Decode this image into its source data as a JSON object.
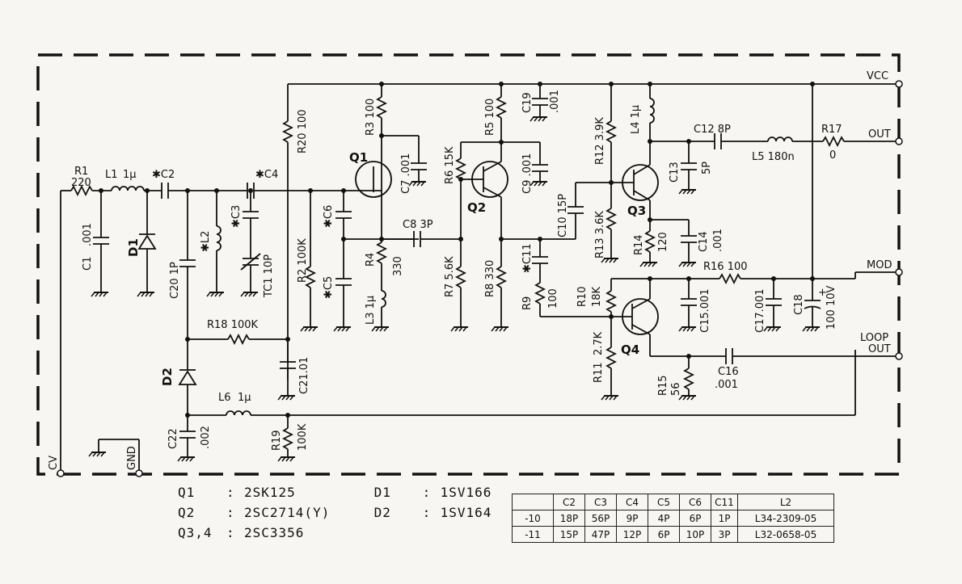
{
  "ports": {
    "vcc": "VCC",
    "out": "OUT",
    "mod": "MOD",
    "loop_out_1": "LOOP",
    "loop_out_2": "OUT",
    "cv": "CV",
    "gnd": "GND"
  },
  "components": {
    "r1": [
      "R1",
      "220"
    ],
    "l1": [
      "L1",
      "1μ"
    ],
    "c2": "✱C2",
    "c1": [
      "C1",
      ".001"
    ],
    "d1": "D1",
    "l2": "✱L2",
    "c3": "✱C3",
    "tc1": "TC1 10P",
    "c4": "✱C4",
    "c20": "C20 1P",
    "r20": "R20 100",
    "r2": "R2 100K",
    "c6": "✱C6",
    "c5": "✱C5",
    "q1": "Q1",
    "r3": "R3 100",
    "c7": "C7 .001",
    "r4": [
      "R4",
      "330"
    ],
    "l3": [
      "L3 1μ"
    ],
    "c8": "C8 3P",
    "r6": "R6 15K",
    "r7": "R7 5.6K",
    "q2": "Q2",
    "r5": "R5 100",
    "c19": [
      "C19",
      ".001"
    ],
    "c9": "C9 .001",
    "r8": "R8 330",
    "c11": "✱C11",
    "r9": [
      "R9",
      "100"
    ],
    "c10": "C10 15P",
    "r12": "R12 3.9K",
    "r13": "R13 3.6K",
    "q3": "Q3",
    "l4": "L4 1μ",
    "c12": "C12 8P",
    "l5": "L5 180n",
    "r17": [
      "R17",
      "0"
    ],
    "c13": [
      "C13",
      "5P"
    ],
    "r14": [
      "R14",
      "120"
    ],
    "c14": [
      "C14",
      ".001"
    ],
    "r16": "R16 100",
    "r10": [
      "R10",
      "18K"
    ],
    "q4": "Q4",
    "c15": "C15.001",
    "c17": "C17.001",
    "c18": [
      "C18",
      "100 10V"
    ],
    "c18_pol": "+",
    "r11": [
      "R11",
      "2.7K"
    ],
    "r15": [
      "R15",
      "56"
    ],
    "c16": [
      "C16",
      ".001"
    ],
    "r18": "R18 100K",
    "c21": "C21.01",
    "d2": "D2",
    "l6": [
      "L6",
      "1μ"
    ],
    "c22": [
      "C22",
      ".002"
    ],
    "r19": [
      "R19",
      "100K"
    ]
  },
  "legend": [
    {
      "k": "Q1",
      "v": "2SK125",
      "k2": "D1",
      "v2": "1SV166"
    },
    {
      "k": "Q2",
      "v": "2SC2714(Y)",
      "k2": "D2",
      "v2": "1SV164"
    },
    {
      "k": "Q3,4",
      "v": "2SC3356",
      "k2": "",
      "v2": ""
    }
  ],
  "table": {
    "header": [
      "",
      "C2",
      "C3",
      "C4",
      "C5",
      "C6",
      "C11",
      "L2"
    ],
    "rows": [
      [
        "-10",
        "18P",
        "56P",
        "9P",
        "4P",
        "6P",
        "1P",
        "L34-2309-05"
      ],
      [
        "-11",
        "15P",
        "47P",
        "12P",
        "6P",
        "10P",
        "3P",
        "L32-0658-05"
      ]
    ]
  }
}
